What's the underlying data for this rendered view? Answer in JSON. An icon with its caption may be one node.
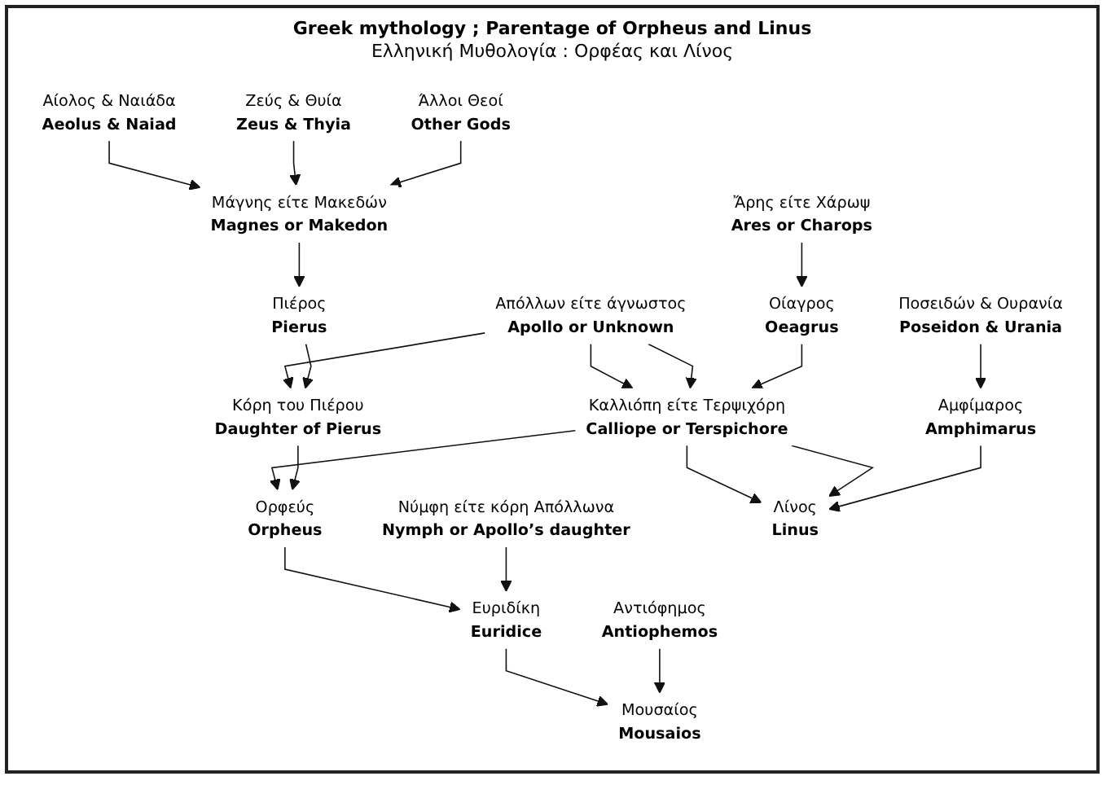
{
  "diagram": {
    "title": "Greek mythology ; Parentage of Orpheus and Linus",
    "nodes": [
      {
        "text": [
          "Αίολος & Ναιάδα",
          "Aeolus & Naiad"
        ]
      },
      {
        "text": [
          "Ζεύς & Θυία",
          "Zeus & Thyia"
        ]
      },
      {
        "text": [
          "Άλλοι Θεοί",
          "Other Gods"
        ]
      },
      {
        "text": [
          "Ἄρης είτε Χάρωψ",
          "Ares or Charops"
        ]
      },
      {
        "text": [
          "Απόλλων είτε άγνωστος",
          "Apollo or Unknown"
        ]
      },
      {
        "text": [
          "Μάγνης είτε Μακεδών",
          "Magnes or Makedon"
        ]
      },
      {
        "text": [
          "Πιέρος",
          "Pierus"
        ]
      },
      {
        "text": [
          "Οίαγρος",
          "Oeagrus"
        ]
      },
      {
        "text": [
          "Καλλιόπη είτε Τερψιχόρη",
          "Calliope or Terspichore"
        ]
      },
      {
        "text": [
          "Κόρη του Πιέρου",
          "Daughter of Pierus"
        ]
      },
      {
        "text": [
          "Ποσειδών & Ουρανία",
          "Poseidon & Urania"
        ]
      },
      {
        "text": [
          "Ορφεύς",
          "Orpheus"
        ]
      },
      {
        "text": [
          "Λίνος",
          "Linus"
        ]
      },
      {
        "text": [
          "Αμφίμαρος",
          "Amphimarus"
        ]
      },
      {
        "text": [
          "Ευριδίκη",
          "Euridice"
        ]
      },
      {
        "text": [
          "Νύμφη είτε κόρη Απόλλωνα",
          "Nymph or Apollo’s daughter"
        ]
      },
      {
        "text": [
          "Αντιόφημος",
          "Antiophemos"
        ]
      },
      {
        "text": [
          "Μουσαίος",
          "Mousaios"
        ]
      }
    ],
    "edges": [
      {
        "from": 0,
        "to": 5,
        "arrow": "to"
      },
      {
        "from": 1,
        "to": 5,
        "arrow": "to"
      },
      {
        "from": 2,
        "to": 5,
        "arrow": "to"
      },
      {
        "from": 5,
        "to": 6,
        "arrow": "to"
      },
      {
        "from": 3,
        "to": 7,
        "arrow": "to"
      },
      {
        "from": 4,
        "to": 8,
        "arrow": "to"
      },
      {
        "from": 4,
        "to": 8,
        "arrow": "to"
      },
      {
        "from": 4,
        "to": 9,
        "arrow": "to"
      },
      {
        "from": 6,
        "to": 9,
        "arrow": "to"
      },
      {
        "from": 7,
        "to": 8,
        "arrow": "to"
      },
      {
        "from": 8,
        "to": 11,
        "arrow": "to"
      },
      {
        "from": 8,
        "to": 12,
        "arrow": "to"
      },
      {
        "from": 8,
        "to": 12,
        "arrow": "to"
      },
      {
        "from": 9,
        "to": 11,
        "arrow": "to"
      },
      {
        "from": 10,
        "to": 13,
        "arrow": "to"
      },
      {
        "from": 13,
        "to": 12,
        "arrow": "to"
      },
      {
        "from": 11,
        "to": 14,
        "arrow": "to"
      },
      {
        "from": 15,
        "to": 14,
        "arrow": "to"
      },
      {
        "from": 14,
        "to": 17,
        "arrow": "to"
      },
      {
        "from": 16,
        "to": 17,
        "arrow": "to"
      }
    ],
    "labels": [
      "Ελληνική Μυθολογία : Ορφέας και Λίνος"
    ]
  }
}
